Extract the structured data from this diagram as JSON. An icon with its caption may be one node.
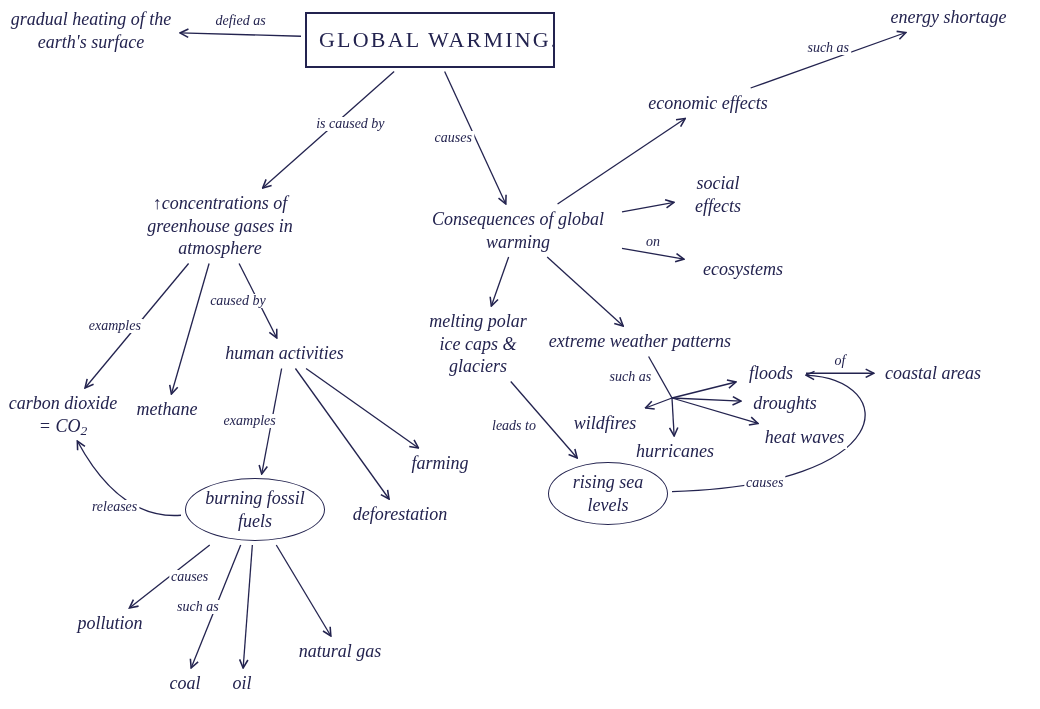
{
  "diagram": {
    "nodes": [
      {
        "text": [
          "GLOBAL WARMING."
        ]
      },
      {
        "text": [
          "gradual heating of the earth's surface"
        ]
      },
      {
        "text": [
          "↑concentrations of greenhouse gases in atmosphere"
        ]
      },
      {
        "text": [
          "Consequences of global warming"
        ]
      },
      {
        "text": [
          "economic effects"
        ]
      },
      {
        "text": [
          "social effects"
        ]
      },
      {
        "text": [
          "ecosystems"
        ]
      },
      {
        "text": [
          "energy shortage"
        ]
      },
      {
        "text": [
          "carbon dioxide = CO$_{2}$"
        ]
      },
      {
        "text": [
          "methane"
        ]
      },
      {
        "text": [
          "human activities"
        ]
      },
      {
        "text": [
          "melting polar ice caps & glaciers"
        ]
      },
      {
        "text": [
          "extreme weather patterns"
        ]
      },
      {
        "text": [
          "floods"
        ]
      },
      {
        "text": [
          "coastal areas"
        ]
      },
      {
        "text": [
          "droughts"
        ]
      },
      {
        "text": [
          "heat waves"
        ]
      },
      {
        "text": [
          "hurricanes"
        ]
      },
      {
        "text": [
          "wildfires"
        ]
      },
      {
        "text": [
          "farming"
        ]
      },
      {
        "text": [
          "burning fossil fuels"
        ]
      },
      {
        "text": [
          "deforestation"
        ]
      },
      {
        "text": [
          "rising sea levels"
        ]
      },
      {
        "text": [
          "pollution"
        ]
      },
      {
        "text": [
          "coal"
        ]
      },
      {
        "text": [
          "oil"
        ]
      },
      {
        "text": [
          "natural gas"
        ]
      }
    ],
    "edges": [
      {
        "from": 0,
        "to": 1,
        "arrow": "to",
        "label": "defied as"
      },
      {
        "from": 0,
        "to": 2,
        "arrow": "to",
        "label": "is caused by"
      },
      {
        "from": 0,
        "to": 3,
        "arrow": "to",
        "label": "causes"
      },
      {
        "from": 3,
        "to": 4,
        "arrow": "to"
      },
      {
        "from": 3,
        "to": 5,
        "arrow": "to"
      },
      {
        "from": 3,
        "to": 6,
        "arrow": "to",
        "label": "on"
      },
      {
        "from": 4,
        "to": 7,
        "arrow": "to",
        "label": "such as"
      },
      {
        "from": 3,
        "to": 11,
        "arrow": "to"
      },
      {
        "from": 3,
        "to": 12,
        "arrow": "to"
      },
      {
        "from": 11,
        "to": 22,
        "arrow": "to",
        "label": "leads to"
      },
      {
        "from": 22,
        "to": 13,
        "arrow": "to",
        "label": "causes"
      },
      {
        "from": 13,
        "to": 14,
        "arrow": "to",
        "label": "of"
      },
      {
        "from": 12,
        "to": 13,
        "arrow": "to",
        "label": "such as"
      },
      {
        "from": 12,
        "to": 15,
        "arrow": "to"
      },
      {
        "from": 12,
        "to": 16,
        "arrow": "to"
      },
      {
        "from": 12,
        "to": 17,
        "arrow": "to"
      },
      {
        "from": 12,
        "to": 18,
        "arrow": "to"
      },
      {
        "from": 2,
        "to": 10,
        "arrow": "to",
        "label": "caused by"
      },
      {
        "from": 2,
        "to": 8,
        "arrow": "to",
        "label": "examples"
      },
      {
        "from": 2,
        "to": 9,
        "arrow": "to"
      },
      {
        "from": 10,
        "to": 20,
        "arrow": "to",
        "label": "examples"
      },
      {
        "from": 10,
        "to": 19,
        "arrow": "to"
      },
      {
        "from": 10,
        "to": 21,
        "arrow": "to"
      },
      {
        "from": 20,
        "to": 8,
        "arrow": "to",
        "label": "releases"
      },
      {
        "from": 20,
        "to": 23,
        "arrow": "to",
        "label": "causes"
      },
      {
        "from": 20,
        "to": 24,
        "arrow": "to",
        "label": "such as"
      },
      {
        "from": 20,
        "to": 25,
        "arrow": "to"
      },
      {
        "from": 20,
        "to": 26,
        "arrow": "to"
      }
    ]
  }
}
